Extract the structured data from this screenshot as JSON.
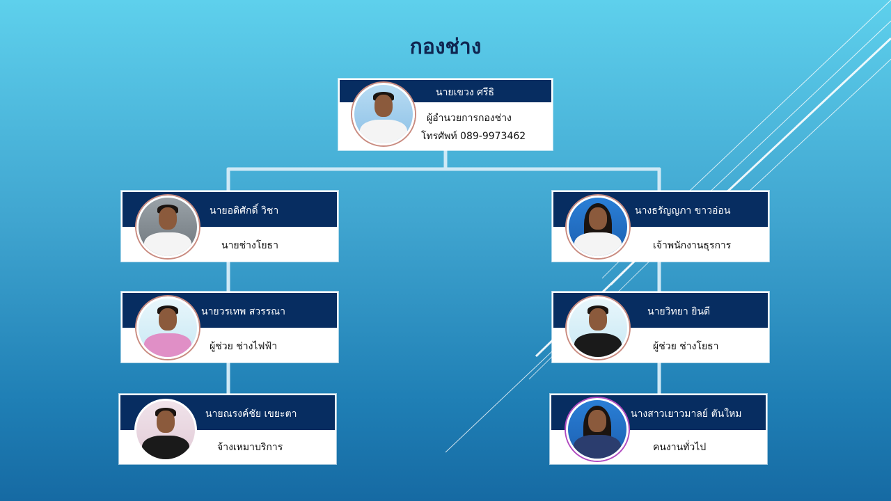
{
  "title": "กองช่าง",
  "chart": {
    "root": {
      "name": "นายเขวง  ศรีธิ",
      "role": "ผู้อำนวยการกองช่าง",
      "phone": "โทรศัพท์ 089-9973462",
      "photo_icon": "portrait-photo"
    },
    "left": [
      {
        "name": "นายอดิศักดิ์    วิชา",
        "role": "นายช่างโยธา",
        "photo_icon": "portrait-photo"
      },
      {
        "name": "นายวรเทพ  สวรรณา",
        "role": "ผู้ช่วย ช่างไฟฟ้า",
        "photo_icon": "portrait-photo"
      },
      {
        "name": "นายณรงค์ชัย  เขยะตา",
        "role": "จ้างเหมาบริการ",
        "photo_icon": "portrait-photo"
      }
    ],
    "right": [
      {
        "name": "นางธรัญญภา  ขาวอ่อน",
        "role": "เจ้าพนักงานธุรการ",
        "photo_icon": "portrait-photo"
      },
      {
        "name": "นายวิทยา   ยินดี",
        "role": "ผู้ช่วย ช่างโยธา",
        "photo_icon": "portrait-photo"
      },
      {
        "name": "นางสาวเยาวมาลย์  ตันใหม",
        "role": "คนงานทั่วไป",
        "photo_icon": "portrait-photo"
      }
    ]
  },
  "colors": {
    "header_band": "#072d61",
    "connector": "#cfe9f6",
    "title_text": "#0f2550"
  }
}
